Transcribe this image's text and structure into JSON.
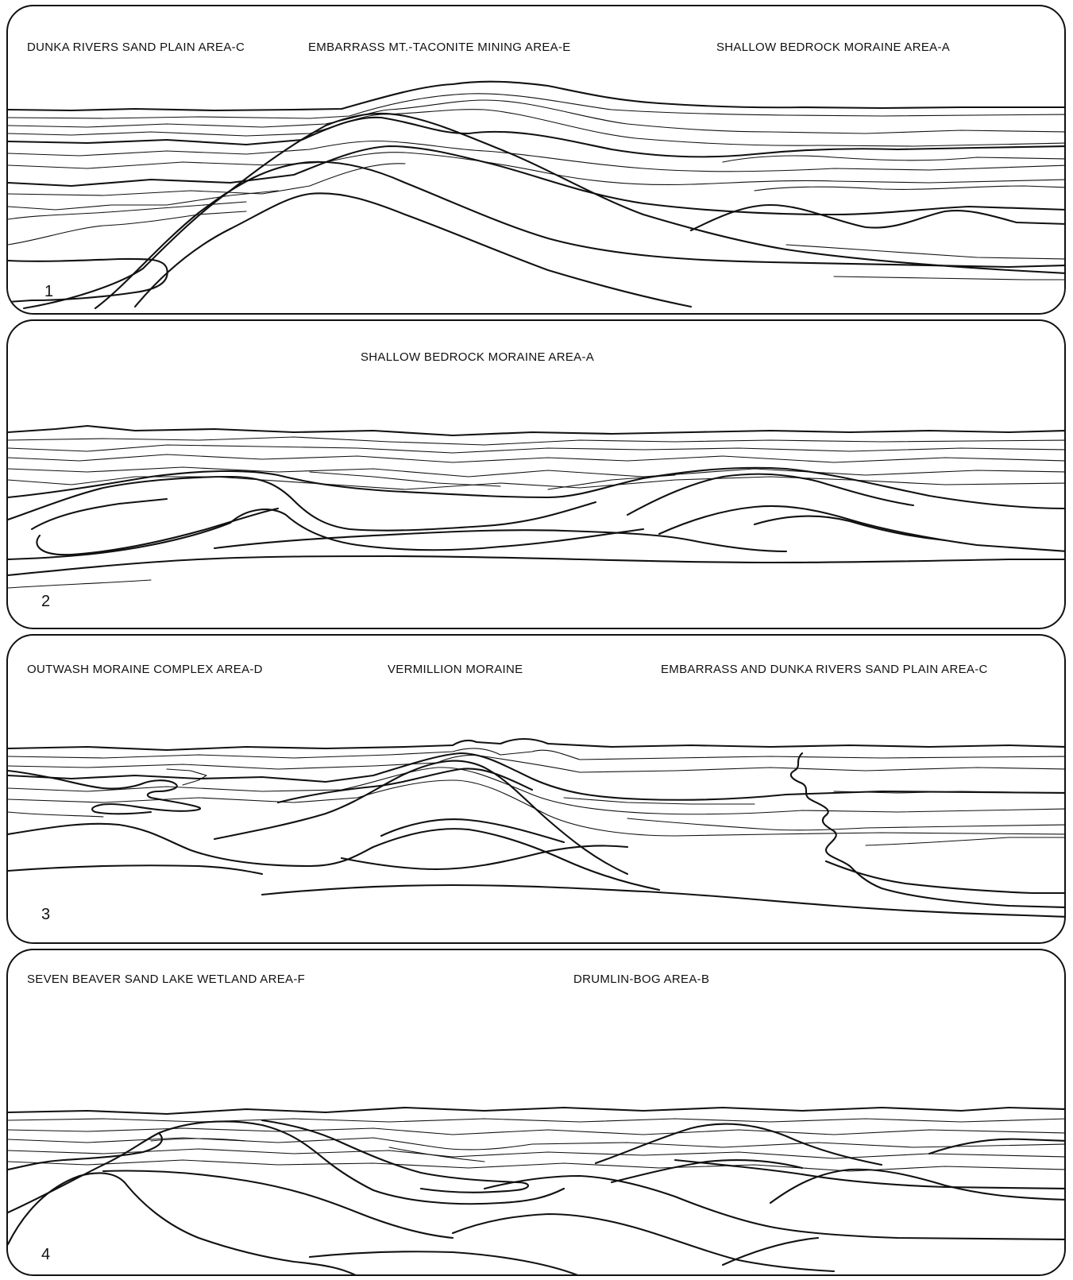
{
  "panels": [
    {
      "number": "1",
      "labels": [
        "DUNKA RIVERS SAND PLAIN AREA-C",
        "EMBARRASS MT.-TACONITE MINING AREA-E",
        "SHALLOW BEDROCK MORAINE AREA-A"
      ]
    },
    {
      "number": "2",
      "labels": [
        "SHALLOW BEDROCK MORAINE AREA-A"
      ]
    },
    {
      "number": "3",
      "labels": [
        "OUTWASH MORAINE COMPLEX AREA-D",
        "VERMILLION MORAINE",
        "EMBARRASS AND DUNKA RIVERS SAND PLAIN AREA-C"
      ]
    },
    {
      "number": "4",
      "labels": [
        "SEVEN BEAVER SAND  LAKE WETLAND AREA-F",
        "DRUMLIN-BOG AREA-B"
      ]
    }
  ],
  "colors": {
    "ink": "#111111",
    "paper": "#ffffff"
  }
}
